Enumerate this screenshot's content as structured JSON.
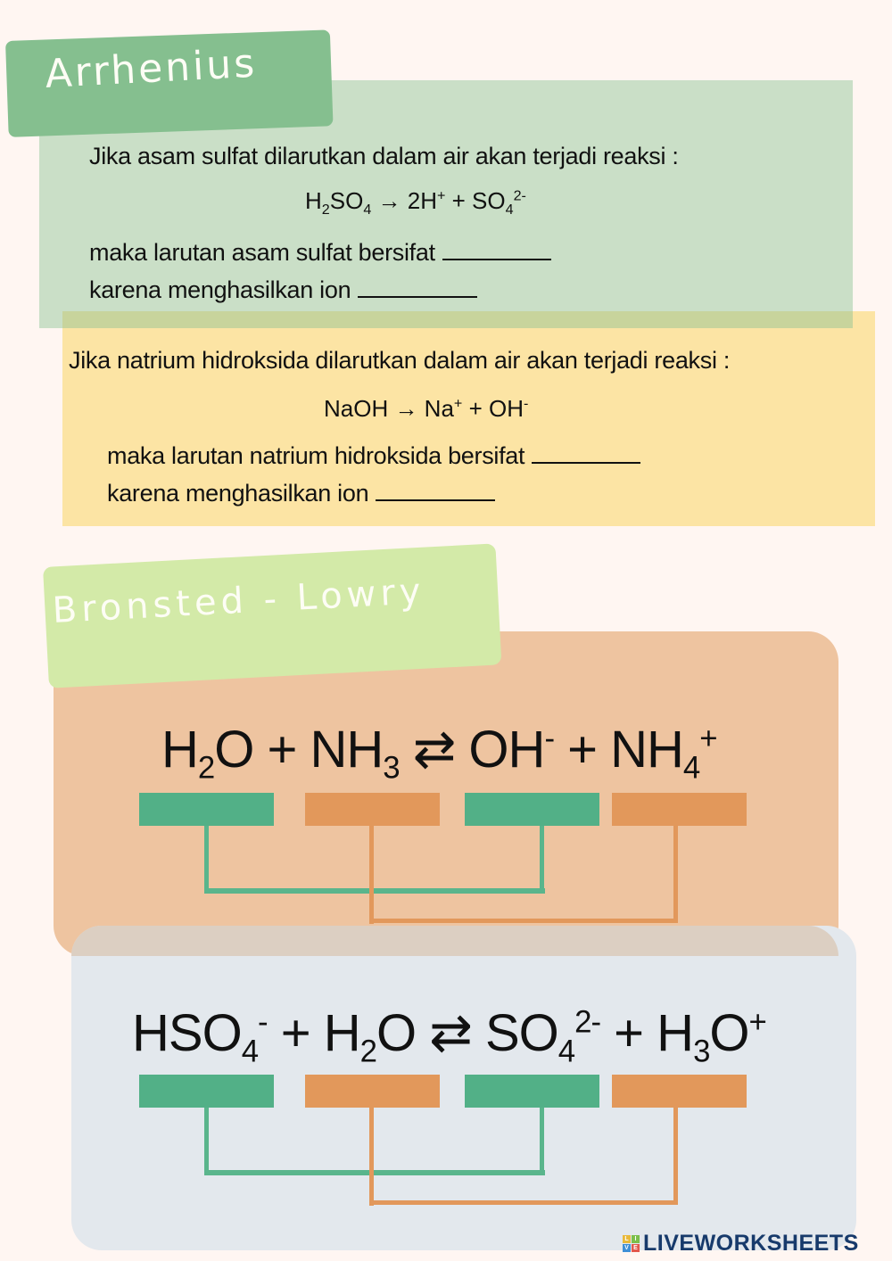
{
  "arrhenius": {
    "title": "Arrhenius",
    "acid": {
      "intro": "Jika asam sulfat dilarutkan dalam air akan terjadi reaksi :",
      "equation": {
        "r1": "H",
        "r1_sub": "2",
        "r2": "SO",
        "r2_sub": "4",
        "arrow": " → 2H",
        "p1_sup": "+",
        "plus": " + SO",
        "p2_sub": "4",
        "p2_sup": "2-"
      },
      "line1": "maka larutan asam sulfat bersifat",
      "line2": "karena menghasilkan ion"
    },
    "base": {
      "intro": "Jika natrium hidroksida dilarutkan dalam air akan terjadi reaksi :",
      "equation": {
        "r1": "NaOH → Na",
        "p1_sup": "+",
        "plus": " + OH",
        "p2_sup": "-"
      },
      "line1": "maka larutan natrium hidroksida bersifat",
      "line2": "karena menghasilkan ion"
    }
  },
  "bronsted": {
    "title": "Bronsted - Lowry",
    "reaction1": {
      "a": "H",
      "a_sub": "2",
      "a2": "O + NH",
      "b_sub": "3",
      "arrow": " ⇄ OH",
      "c_sup": "-",
      "d": " + NH",
      "d_sub": "4",
      "d_sup": "+",
      "slots": [
        "green",
        "orange",
        "green",
        "orange"
      ]
    },
    "reaction2": {
      "a": "HSO",
      "a_sub": "4",
      "a_sup": "-",
      "b": " + H",
      "b_sub": "2",
      "b2": "O ⇄ SO",
      "c_sub": "4",
      "c_sup": "2-",
      "d": " + H",
      "d_sub": "3",
      "d2": "O",
      "d_sup": "+",
      "slots": [
        "green",
        "orange",
        "green",
        "orange"
      ]
    }
  },
  "colors": {
    "acid_slot": "#52b087",
    "base_slot": "#e2985b",
    "arrhenius_panel": "#cadfc7",
    "base_panel": "#fce4a4",
    "bronsted_panel_1": "#eec4a0",
    "bronsted_panel_2": "#e3e8ed"
  },
  "footer": {
    "logo_letters": [
      "L",
      "I",
      "V",
      "E"
    ],
    "logo_text": "LIVEWORKSHEETS"
  }
}
